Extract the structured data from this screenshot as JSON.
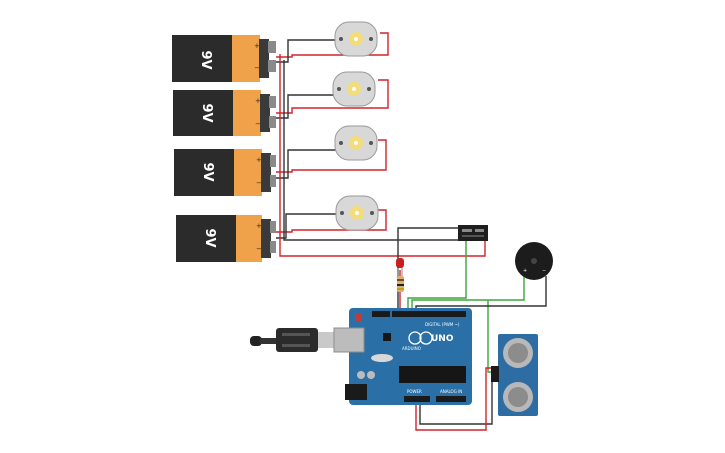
{
  "circuit": {
    "batteries": [
      {
        "label": "9V",
        "pos": "+",
        "neg": "−"
      },
      {
        "label": "9V",
        "pos": "+",
        "neg": "−"
      },
      {
        "label": "9V",
        "pos": "+",
        "neg": "−"
      },
      {
        "label": "9V",
        "pos": "+",
        "neg": "−"
      }
    ],
    "motor_count": 4,
    "board": {
      "model": "UNO",
      "brand": "ARDUINO",
      "header_digital": "DIGITAL (PWM ~)",
      "header_power": "POWER",
      "header_analog": "ANALOG IN"
    },
    "buzzer": {
      "pos": "+",
      "neg": "−"
    },
    "colors": {
      "wire_red": "#d2232a",
      "wire_black": "#333333",
      "wire_green": "#3aa63a",
      "battery_body": "#2b2b2b",
      "battery_label": "#f0a24a",
      "board_blue": "#2a6fa5"
    }
  }
}
